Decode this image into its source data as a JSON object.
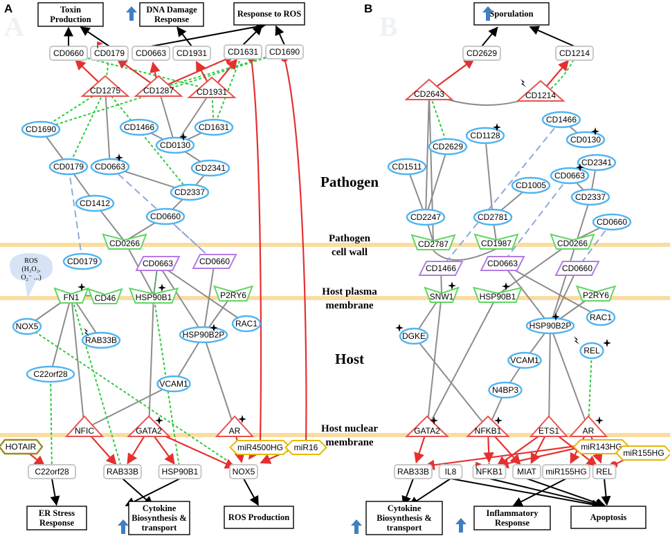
{
  "panels": [
    {
      "letter": "A"
    },
    {
      "letter": "B"
    }
  ],
  "zones": {
    "pathogen": "Pathogen",
    "cell_wall": [
      "Pathogen",
      "cell wall"
    ],
    "plasma": [
      "Host plasma",
      "membrane"
    ],
    "host": "Host",
    "nuclear": [
      "Host nuclear",
      "membrane"
    ]
  },
  "ros_bubble": [
    "ROS",
    "(H₂O₂,",
    "O₂⁻ ...)"
  ],
  "colors": {
    "gene_red": "#e8514f",
    "receptor_green": "#5fd65f",
    "protein_blue": "#4fb4f0",
    "membrane_purple": "#b57ae6",
    "lncrna_orange": "#e6b800",
    "hotair_olive": "#9a8a1e",
    "membrane_band": "#fbdca0",
    "dashed_green": "#2ecc40",
    "dashed_blue": "#8ea9db",
    "upregulated_arrow": "#3f7fbf"
  },
  "panelA": {
    "phenotypes": [
      {
        "id": "A_tox",
        "label": [
          "Toxin",
          "Production"
        ]
      },
      {
        "id": "A_dna",
        "label": [
          "DNA Damage",
          "Response"
        ]
      },
      {
        "id": "A_ros",
        "label": [
          "Response to ROS"
        ]
      },
      {
        "id": "A_er",
        "label": [
          "ER Stress",
          "Response"
        ]
      },
      {
        "id": "A_cyt",
        "label": [
          "Cytokine",
          "Biosynthesis &",
          "transport"
        ]
      },
      {
        "id": "A_rosp",
        "label": [
          "ROS Production"
        ]
      }
    ],
    "nodes": [
      {
        "id": "a1",
        "label": "CD0660",
        "shape": "box"
      },
      {
        "id": "a2",
        "label": "CD0179",
        "shape": "box"
      },
      {
        "id": "a3",
        "label": "CD0663",
        "shape": "box"
      },
      {
        "id": "a4",
        "label": "CD1931",
        "shape": "box"
      },
      {
        "id": "a5",
        "label": "CD1631",
        "shape": "box"
      },
      {
        "id": "a6",
        "label": "CD1690",
        "shape": "box"
      },
      {
        "id": "a7",
        "label": "CD1275",
        "shape": "tri"
      },
      {
        "id": "a8",
        "label": "CD1287",
        "shape": "tri"
      },
      {
        "id": "a9",
        "label": "CD1931",
        "shape": "tri"
      },
      {
        "id": "a10",
        "label": "CD1690",
        "shape": "ellipse"
      },
      {
        "id": "a11",
        "label": "CD1466",
        "shape": "ellipse"
      },
      {
        "id": "a12",
        "label": "CD1631",
        "shape": "ellipse"
      },
      {
        "id": "a13",
        "label": "CD0130",
        "shape": "ellipse"
      },
      {
        "id": "a14",
        "label": "CD0179",
        "shape": "ellipse"
      },
      {
        "id": "a15",
        "label": "CD0663",
        "shape": "ellipse"
      },
      {
        "id": "a16",
        "label": "CD2341",
        "shape": "ellipse"
      },
      {
        "id": "a17",
        "label": "CD2337",
        "shape": "ellipse"
      },
      {
        "id": "a18",
        "label": "CD1412",
        "shape": "ellipse"
      },
      {
        "id": "a19",
        "label": "CD0660",
        "shape": "ellipse"
      },
      {
        "id": "a20",
        "label": "CD0266",
        "shape": "vee"
      },
      {
        "id": "a21",
        "label": "CD0179",
        "shape": "ellipse"
      },
      {
        "id": "a22",
        "label": "CD0663",
        "shape": "para"
      },
      {
        "id": "a23",
        "label": "CD0660",
        "shape": "para"
      },
      {
        "id": "a24",
        "label": "FN1",
        "shape": "vee"
      },
      {
        "id": "a25",
        "label": "CD46",
        "shape": "vee"
      },
      {
        "id": "a26",
        "label": "HSP90B1",
        "shape": "vee"
      },
      {
        "id": "a27",
        "label": "P2RY6",
        "shape": "vee"
      },
      {
        "id": "a28",
        "label": "NOX5",
        "shape": "ellipse"
      },
      {
        "id": "a29",
        "label": "RAB33B",
        "shape": "ellipse"
      },
      {
        "id": "a30",
        "label": "HSP90B2P",
        "shape": "ellipse"
      },
      {
        "id": "a31",
        "label": "RAC1",
        "shape": "ellipse"
      },
      {
        "id": "a32",
        "label": "C22orf28",
        "shape": "ellipse"
      },
      {
        "id": "a33",
        "label": "VCAM1",
        "shape": "ellipse"
      },
      {
        "id": "a34",
        "label": "NFIC",
        "shape": "tri"
      },
      {
        "id": "a35",
        "label": "GATA2",
        "shape": "tri"
      },
      {
        "id": "a36",
        "label": "AR",
        "shape": "tri"
      },
      {
        "id": "a37",
        "label": "HOTAIR",
        "shape": "hex"
      },
      {
        "id": "a38",
        "label": "miR4500HG",
        "shape": "diamond"
      },
      {
        "id": "a39",
        "label": "miR16",
        "shape": "diamond"
      },
      {
        "id": "a40",
        "label": "C22orf28",
        "shape": "box"
      },
      {
        "id": "a41",
        "label": "RAB33B",
        "shape": "box"
      },
      {
        "id": "a42",
        "label": "HSP90B1",
        "shape": "box"
      },
      {
        "id": "a43",
        "label": "NOX5",
        "shape": "box"
      }
    ]
  },
  "panelB": {
    "phenotypes": [
      {
        "id": "B_spo",
        "label": [
          "Sporulation"
        ]
      },
      {
        "id": "B_cyt",
        "label": [
          "Cytokine",
          "Biosynthesis &",
          "transport"
        ]
      },
      {
        "id": "B_inf",
        "label": [
          "Inflammatory",
          "Response"
        ]
      },
      {
        "id": "B_apo",
        "label": [
          "Apoptosis"
        ]
      }
    ],
    "nodes": [
      {
        "id": "b1",
        "label": "CD2629",
        "shape": "box"
      },
      {
        "id": "b2",
        "label": "CD1214",
        "shape": "box"
      },
      {
        "id": "b3",
        "label": "CD2643",
        "shape": "tri"
      },
      {
        "id": "b4",
        "label": "CD1214",
        "shape": "tri"
      },
      {
        "id": "b5",
        "label": "CD1466",
        "shape": "ellipse"
      },
      {
        "id": "b6",
        "label": "CD1128",
        "shape": "ellipse"
      },
      {
        "id": "b7",
        "label": "CD0130",
        "shape": "ellipse"
      },
      {
        "id": "b8",
        "label": "CD2629",
        "shape": "ellipse"
      },
      {
        "id": "b9",
        "label": "CD1511",
        "shape": "ellipse"
      },
      {
        "id": "b10",
        "label": "CD2341",
        "shape": "ellipse"
      },
      {
        "id": "b11",
        "label": "CD0663",
        "shape": "ellipse"
      },
      {
        "id": "b12",
        "label": "CD1005",
        "shape": "ellipse"
      },
      {
        "id": "b13",
        "label": "CD2337",
        "shape": "ellipse"
      },
      {
        "id": "b14",
        "label": "CD2247",
        "shape": "ellipse"
      },
      {
        "id": "b15",
        "label": "CD2781",
        "shape": "ellipse"
      },
      {
        "id": "b16",
        "label": "CD0660",
        "shape": "ellipse"
      },
      {
        "id": "b17",
        "label": "CD2787",
        "shape": "vee"
      },
      {
        "id": "b18",
        "label": "CD1987",
        "shape": "vee"
      },
      {
        "id": "b19",
        "label": "CD0266",
        "shape": "vee"
      },
      {
        "id": "b20",
        "label": "CD1466",
        "shape": "para"
      },
      {
        "id": "b21",
        "label": "CD0663",
        "shape": "para"
      },
      {
        "id": "b22",
        "label": "CD0660",
        "shape": "para"
      },
      {
        "id": "b23",
        "label": "SNW1",
        "shape": "vee"
      },
      {
        "id": "b24",
        "label": "HSP90B1",
        "shape": "vee"
      },
      {
        "id": "b25",
        "label": "P2RY6",
        "shape": "vee"
      },
      {
        "id": "b26",
        "label": "DGKE",
        "shape": "ellipse"
      },
      {
        "id": "b27",
        "label": "HSP90B2P",
        "shape": "ellipse"
      },
      {
        "id": "b28",
        "label": "RAC1",
        "shape": "ellipse"
      },
      {
        "id": "b29",
        "label": "REL",
        "shape": "ellipse"
      },
      {
        "id": "b30",
        "label": "VCAM1",
        "shape": "ellipse"
      },
      {
        "id": "b31",
        "label": "N4BP3",
        "shape": "ellipse"
      },
      {
        "id": "b32",
        "label": "GATA2",
        "shape": "tri"
      },
      {
        "id": "b33",
        "label": "NFKB1",
        "shape": "tri"
      },
      {
        "id": "b34",
        "label": "ETS1",
        "shape": "tri"
      },
      {
        "id": "b35",
        "label": "AR",
        "shape": "tri"
      },
      {
        "id": "b36",
        "label": "miR143HG",
        "shape": "diamond"
      },
      {
        "id": "b37",
        "label": "miR155HG",
        "shape": "diamond"
      },
      {
        "id": "b38",
        "label": "RAB33B",
        "shape": "box"
      },
      {
        "id": "b39",
        "label": "IL8",
        "shape": "box"
      },
      {
        "id": "b40",
        "label": "NFKB1",
        "shape": "box"
      },
      {
        "id": "b41",
        "label": "MIAT",
        "shape": "box"
      },
      {
        "id": "b42",
        "label": "miR155HG",
        "shape": "box"
      },
      {
        "id": "b43",
        "label": "REL",
        "shape": "box"
      }
    ]
  }
}
